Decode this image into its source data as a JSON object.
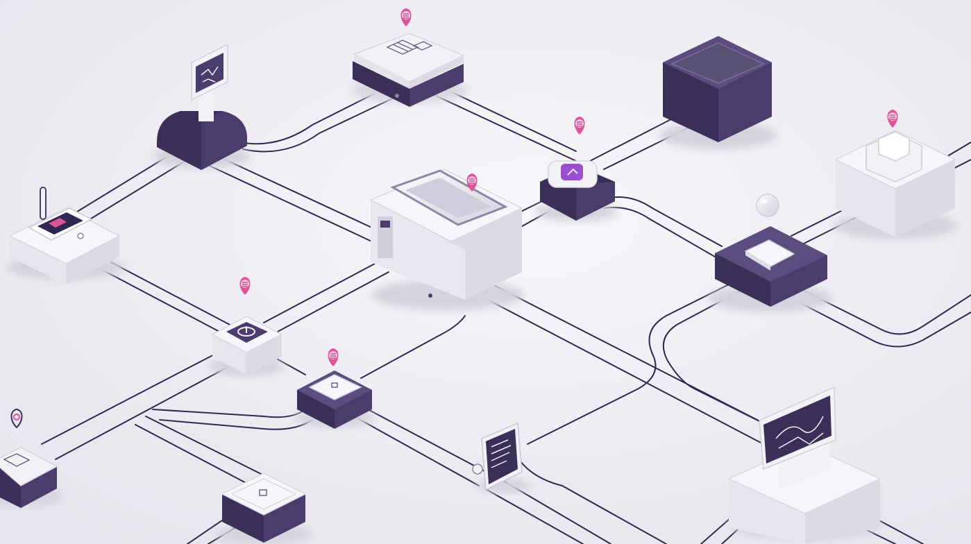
{
  "scene": {
    "kind": "isometric-network-illustration",
    "colors": {
      "background": "#eceaf1",
      "floor_light": "#f4f3f8",
      "wire": "#2e2850",
      "device_dark": "#4a3d6e",
      "device_dark_side": "#3a2f59",
      "device_light": "#f2f1f6",
      "device_light_side": "#dcdae4",
      "accent_pink": "#e0529c",
      "accent_purple": "#9b4fd0",
      "screen_dark": "#5a5177"
    },
    "devices": [
      {
        "name": "router-hub-top",
        "style": "dark-with-light-lid"
      },
      {
        "name": "monitor-stand",
        "style": "dark-arch-with-screen"
      },
      {
        "name": "storage-cube",
        "style": "dark-large-cube"
      },
      {
        "name": "smart-speaker-node",
        "style": "dark-with-purple-screen"
      },
      {
        "name": "tablet-charger-left",
        "style": "light-tablet-base"
      },
      {
        "name": "central-printer",
        "style": "light-printer-with-glass"
      },
      {
        "name": "server-tower-right",
        "style": "light-cube-with-tower"
      },
      {
        "name": "pad-node-right",
        "style": "dark-with-light-pad"
      },
      {
        "name": "fan-node-center-left",
        "style": "light-small-with-fan"
      },
      {
        "name": "switch-node-center",
        "style": "dark-small-switch"
      },
      {
        "name": "clipboard-reader",
        "style": "dark-clipboard"
      },
      {
        "name": "display-block-bottom-right",
        "style": "light-block-with-display"
      },
      {
        "name": "pad-node-bottom-left",
        "style": "light-small-square"
      },
      {
        "name": "box-node-bottom",
        "style": "dark-box-with-light-lid"
      }
    ],
    "markers": [
      {
        "name": "location-pin",
        "style": "pink-pin"
      },
      {
        "name": "location-pin",
        "style": "pink-pin"
      },
      {
        "name": "location-pin",
        "style": "pink-pin"
      },
      {
        "name": "location-pin",
        "style": "pink-pin"
      },
      {
        "name": "location-pin",
        "style": "pink-pin"
      },
      {
        "name": "location-pin",
        "style": "pink-pin"
      },
      {
        "name": "location-pin",
        "style": "outline-pin"
      },
      {
        "name": "glass-bubble",
        "style": "translucent-sphere"
      }
    ]
  }
}
